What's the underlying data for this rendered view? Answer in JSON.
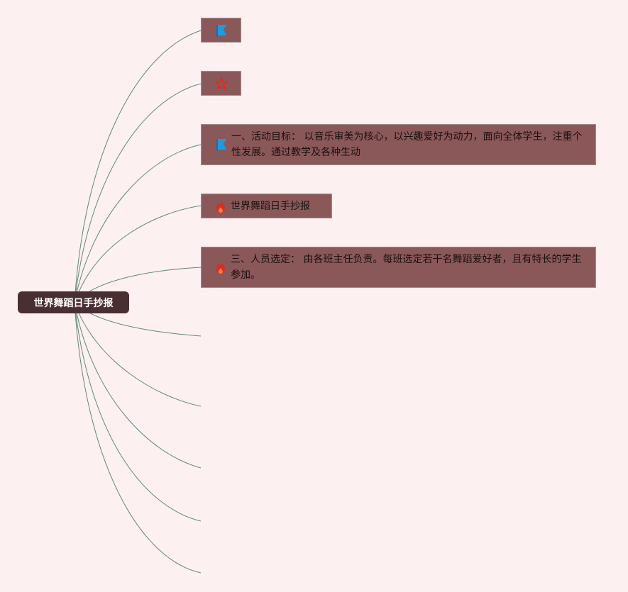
{
  "root": {
    "label": "世界舞蹈日手抄报"
  },
  "branches": [
    {
      "icon": "blue-flag-icon",
      "text": ""
    },
    {
      "icon": "red-star-icon",
      "text": ""
    },
    {
      "icon": "blue-flag-icon",
      "text": "一、活动目标： 以音乐审美为核心，以兴趣爱好为动力，面向全体学生，注重个性发展。通过教学及各种生动"
    },
    {
      "icon": "red-fire-icon",
      "text": "世界舞蹈日手抄报"
    },
    {
      "icon": "red-fire-icon",
      "text": "三、人员选定： 由各班主任负责。每班选定若干名舞蹈爱好者，且有特长的学生参加。"
    }
  ],
  "colors": {
    "background": "#fdf0f0",
    "root_fill": "#4a2f32",
    "node_fill": "#8b5859",
    "link_stroke": "#5f8a7a",
    "flag_blue": "#1e9be0",
    "icon_red": "#e02a1a"
  }
}
